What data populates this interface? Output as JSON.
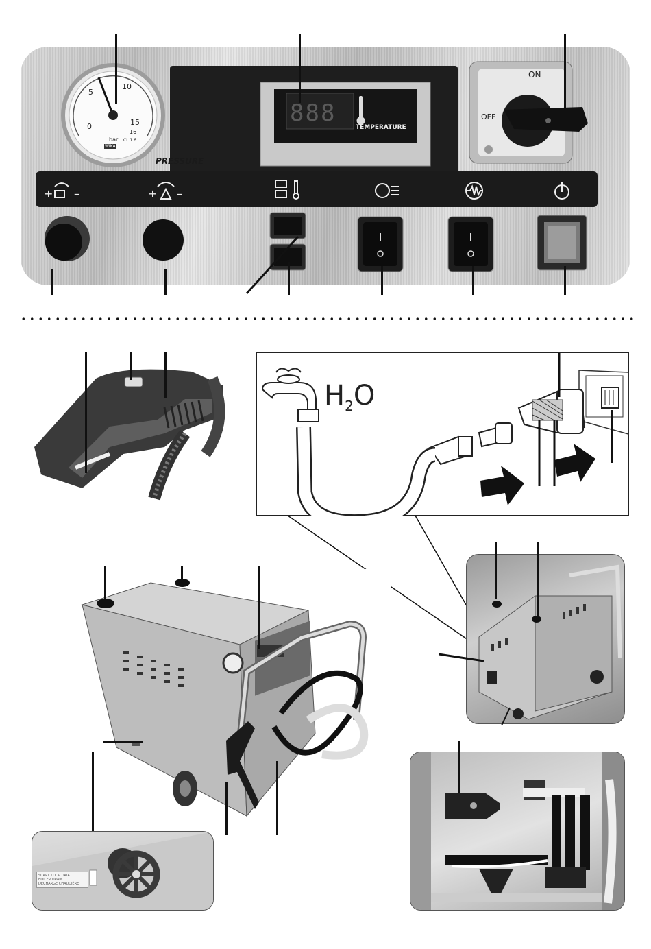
{
  "panel": {
    "gauge": {
      "scale_labels": [
        "0",
        "5",
        "10",
        "15"
      ],
      "unit": "bar",
      "accuracy_class": "CL 1.6",
      "max_mark": "16",
      "brand": "WIKA"
    },
    "pressure_label": "PRESSURE",
    "display_digits": "888",
    "temperature_label": "TEMPERATURE",
    "switch_on_label": "ON",
    "switch_off_label": "OFF"
  },
  "connection": {
    "water_label_main": "H",
    "water_label_sub": "2",
    "water_label_end": "O"
  },
  "valve_sticker_lines": [
    "SCARICO CALDAIA",
    "BOILER DRAIN",
    "DÉCHARGE CHAUDIÈRE"
  ],
  "colors": {
    "panel_dark": "#1b1b1b",
    "steel": "#c8c8c8",
    "display_red": "#7a7a7a"
  }
}
